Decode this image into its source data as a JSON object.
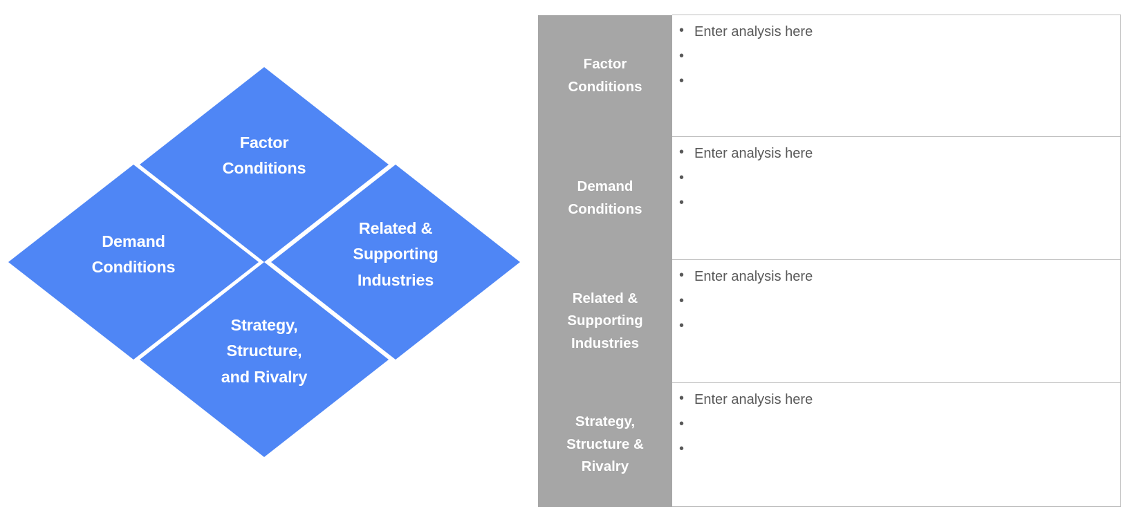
{
  "page": {
    "title": "Porter's Diamond Model",
    "background_color": "#ffffff"
  },
  "colors": {
    "diamond_fill": "#4f86f5",
    "diamond_text": "#ffffff",
    "table_header_fill": "#a6a6a6",
    "table_header_text": "#ffffff",
    "table_border": "#bfbfbf",
    "bullet_text": "#595959"
  },
  "diagram": {
    "name": "porters-diamond",
    "shapes": [
      {
        "id": "factor",
        "label": "Factor\nConditions",
        "line1": "Factor",
        "line2": "Conditions",
        "line3": ""
      },
      {
        "id": "demand",
        "label": "Demand\nConditions",
        "line1": "Demand",
        "line2": "Conditions",
        "line3": ""
      },
      {
        "id": "related",
        "label": "Related &\nSupporting\nIndustries",
        "line1": "Related &",
        "line2": "Supporting",
        "line3": "Industries"
      },
      {
        "id": "strategy",
        "label": "Strategy,\nStructure,\nand Rivalry",
        "line1": "Strategy,",
        "line2": "Structure,",
        "line3": "and Rivalry"
      }
    ]
  },
  "table": {
    "name": "analysis-table",
    "rows": [
      {
        "id": "factor-conditions",
        "category_line1": "Factor",
        "category_line2": "Conditions",
        "category_line3": "",
        "bullets": [
          "Enter analysis here",
          "",
          ""
        ]
      },
      {
        "id": "demand-conditions",
        "category_line1": "Demand",
        "category_line2": "Conditions",
        "category_line3": "",
        "bullets": [
          "Enter analysis here",
          "",
          ""
        ]
      },
      {
        "id": "related-supporting-industries",
        "category_line1": "Related &",
        "category_line2": "Supporting",
        "category_line3": "Industries",
        "bullets": [
          "Enter analysis here",
          "",
          ""
        ]
      },
      {
        "id": "strategy-structure-rivalry",
        "category_line1": "Strategy,",
        "category_line2": "Structure &",
        "category_line3": "Rivalry",
        "bullets": [
          "Enter analysis here",
          "",
          ""
        ]
      }
    ]
  }
}
